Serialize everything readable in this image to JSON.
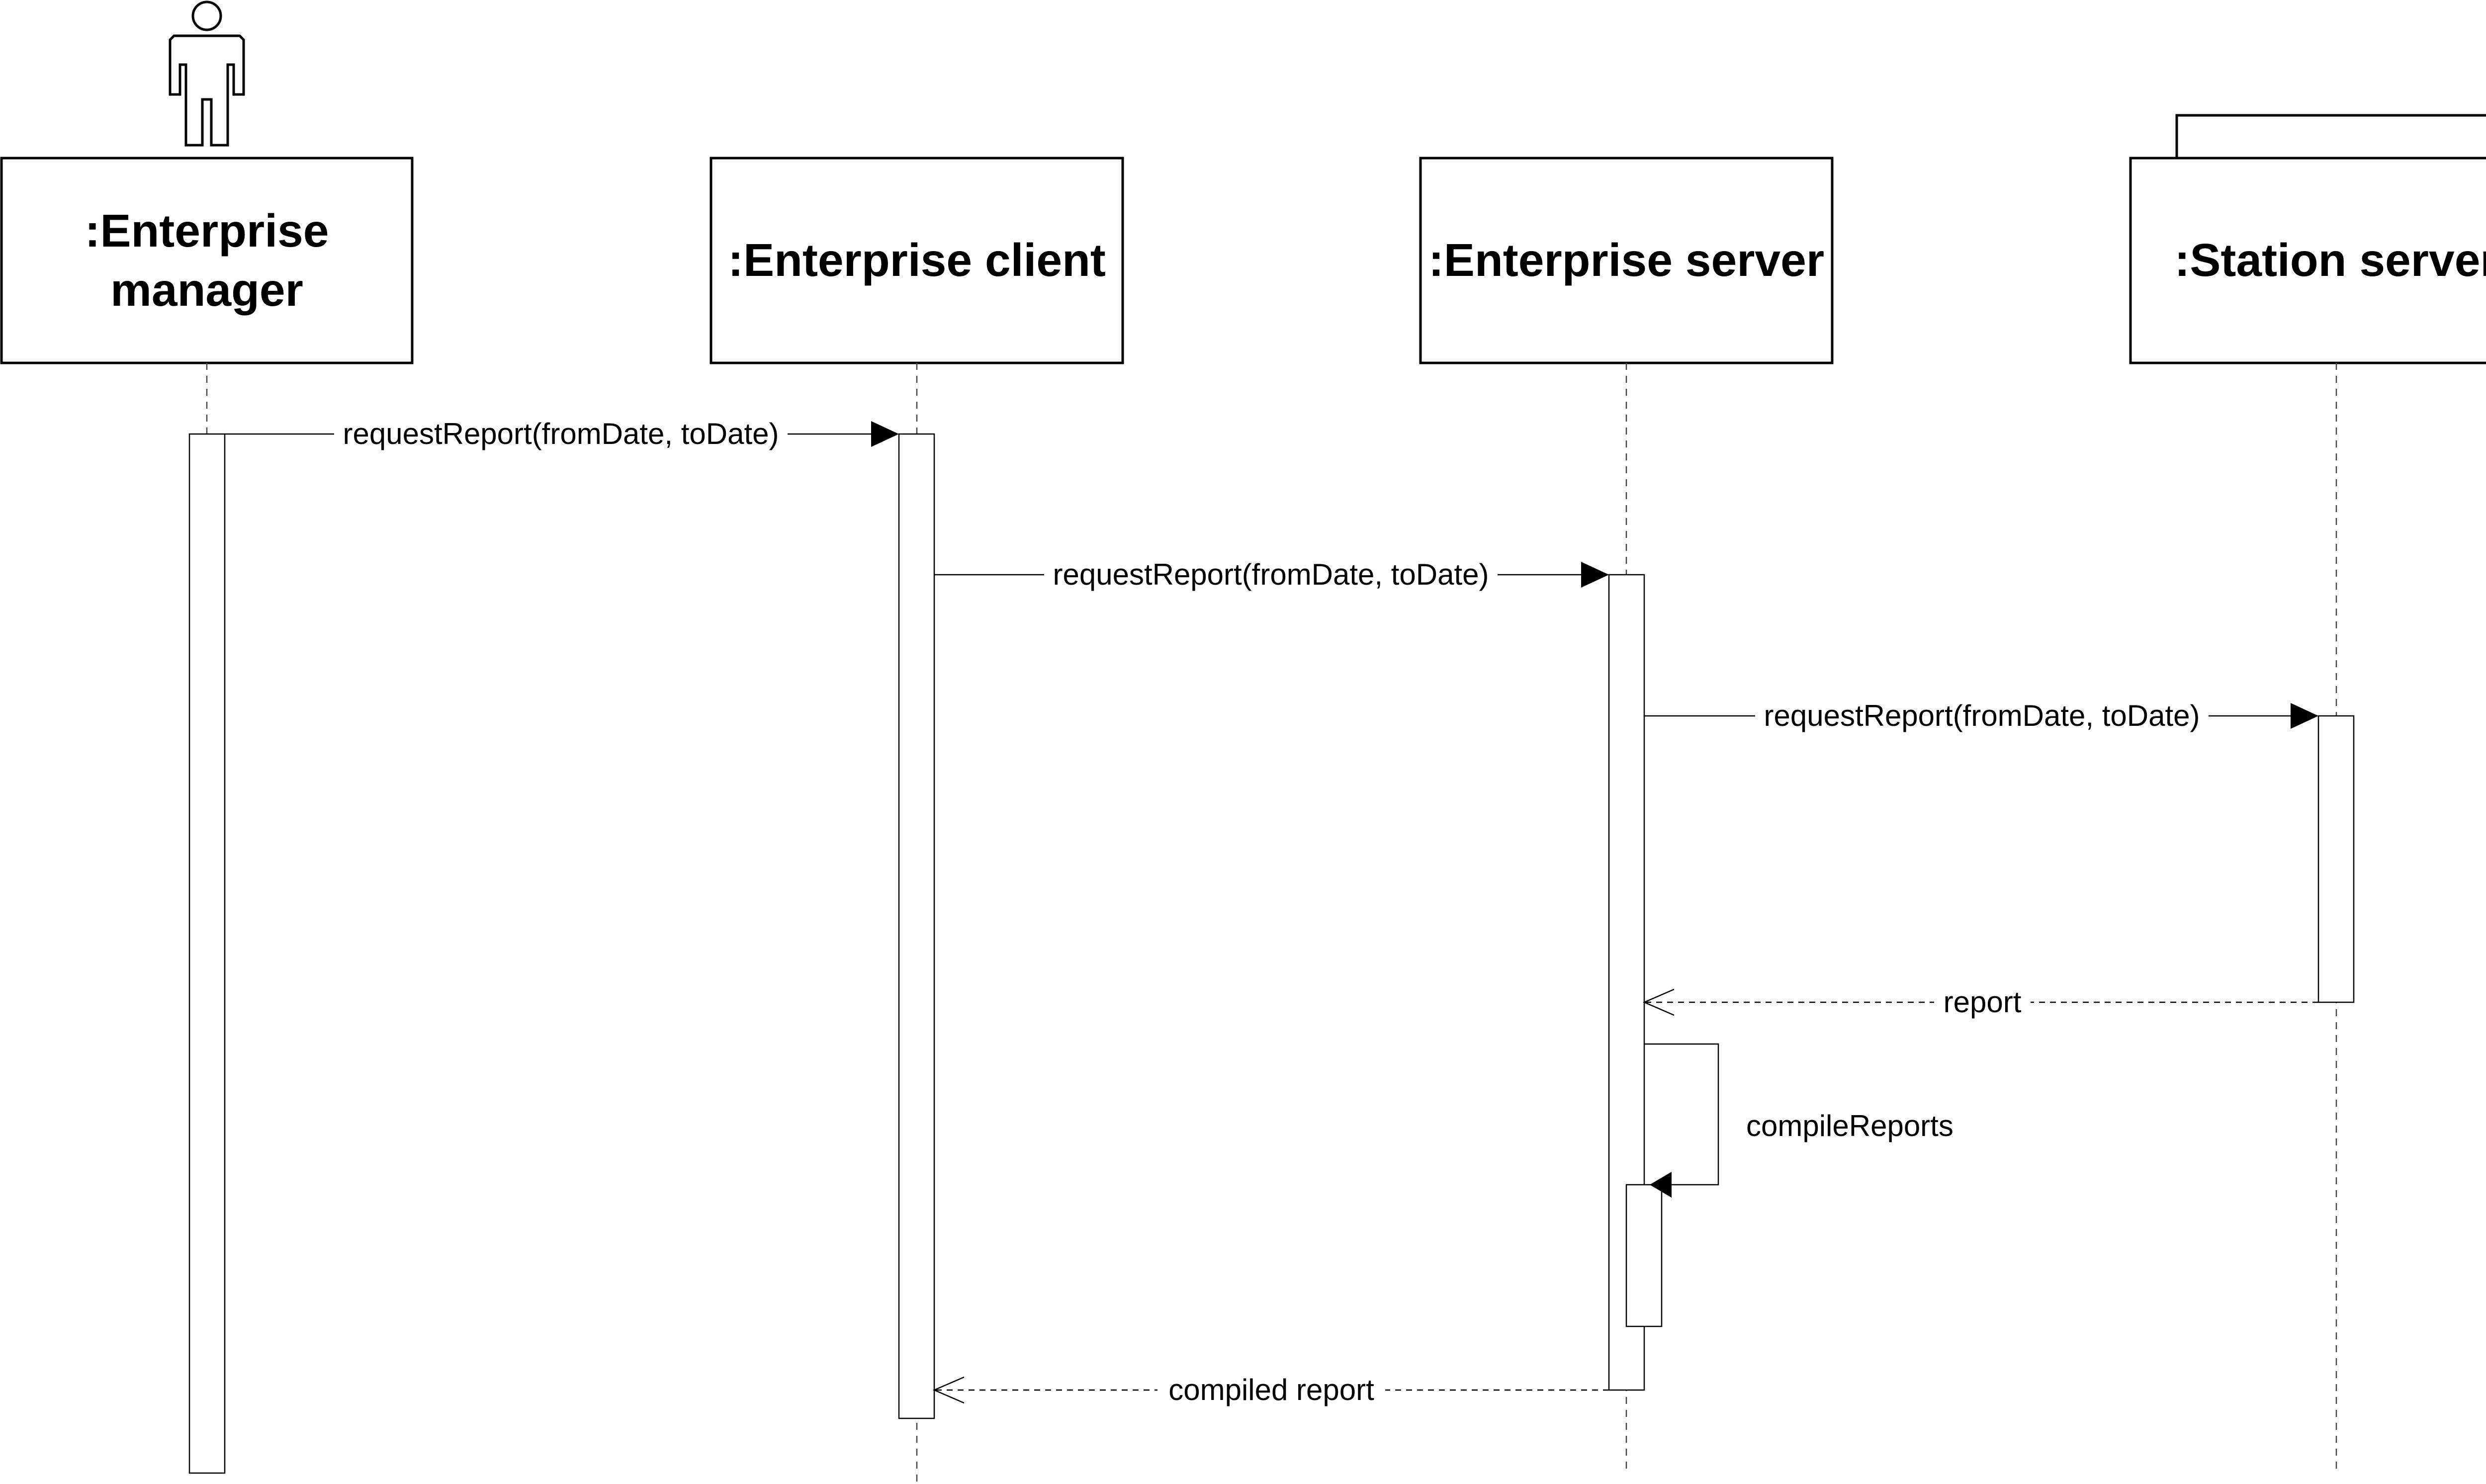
{
  "lifelines": [
    {
      "id": "enterprise-manager",
      "line1": ":Enterprise",
      "line2": "manager",
      "kind": "actor"
    },
    {
      "id": "enterprise-client",
      "line1": ":Enterprise client",
      "kind": "object"
    },
    {
      "id": "enterprise-server",
      "line1": ":Enterprise server",
      "kind": "object"
    },
    {
      "id": "station-server",
      "line1": ":Station server",
      "kind": "multiobject"
    }
  ],
  "messages": [
    {
      "label": "requestReport(fromDate, toDate)",
      "type": "synchronous",
      "from": "enterprise-manager",
      "to": "enterprise-client"
    },
    {
      "label": "requestReport(fromDate, toDate)",
      "type": "synchronous",
      "from": "enterprise-client",
      "to": "enterprise-server"
    },
    {
      "label": "requestReport(fromDate, toDate)",
      "type": "synchronous",
      "from": "enterprise-server",
      "to": "station-server"
    },
    {
      "label": "report",
      "type": "return",
      "from": "station-server",
      "to": "enterprise-server"
    },
    {
      "label": "compileReports",
      "type": "self",
      "from": "enterprise-server",
      "to": "enterprise-server"
    },
    {
      "label": "compiled report",
      "type": "return",
      "from": "enterprise-server",
      "to": "enterprise-client"
    }
  ]
}
